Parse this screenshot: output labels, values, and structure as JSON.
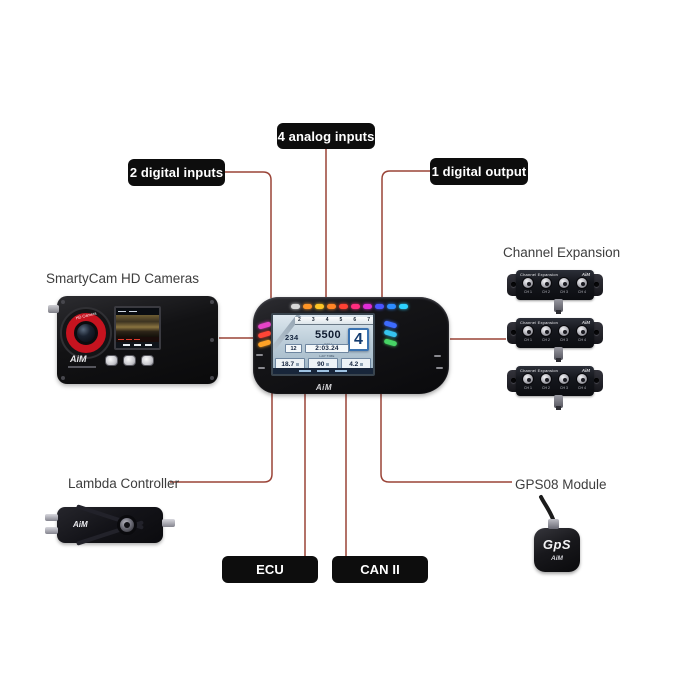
{
  "colors": {
    "line": "#9a4337",
    "label_bg": "#0d0d0d",
    "label_text": "#ffffff",
    "heading_text": "#3d3d3d",
    "camera_ring_red": "#c6131f"
  },
  "io_labels": {
    "analog_inputs": "4 analog inputs",
    "digital_inputs": "2 digital inputs",
    "digital_output": "1 digital output",
    "ecu": "ECU",
    "can2": "CAN II"
  },
  "device_headings": {
    "smartycam": "SmartyCam HD Cameras",
    "channel_expansion": "Channel Expansion",
    "lambda": "Lambda Controller",
    "gps": "GPS08 Module"
  },
  "dash": {
    "brand": "AiM",
    "rpm_ticks": [
      "2",
      "3",
      "4",
      "5",
      "6",
      "7"
    ],
    "speed_value": "234",
    "speed_unit": "km/h",
    "rpm_value": "5500",
    "rpm_unit": "RPM",
    "gear": "4",
    "position_value": "12",
    "laptime_value": "2:03.24",
    "laptime_label": "LAP TIME",
    "aux_values": [
      "18.7",
      "90",
      "4.2"
    ],
    "top_leds": [
      "#d8d8d8",
      "#ff9526",
      "#ffc526",
      "#ff8526",
      "#ff4133",
      "#ff2d7e",
      "#e02dd6",
      "#4a55ff",
      "#2d8cff",
      "#2dd2ff"
    ],
    "left_leds": [
      "#e643c8",
      "#ff4536",
      "#ffa226"
    ],
    "right_leds": [
      "#3d6bff",
      "#35c4f0",
      "#47d465"
    ]
  },
  "smartycam": {
    "brand": "AiM",
    "ring_text": "HD Camera"
  },
  "channel_module": {
    "title": "Channel Expansion",
    "brand": "AiM",
    "ports": [
      "CH 1",
      "CH 2",
      "CH 3",
      "CH 4"
    ]
  },
  "lambda": {
    "brand": "AiM"
  },
  "gps": {
    "label": "GpS",
    "brand": "AiM"
  }
}
